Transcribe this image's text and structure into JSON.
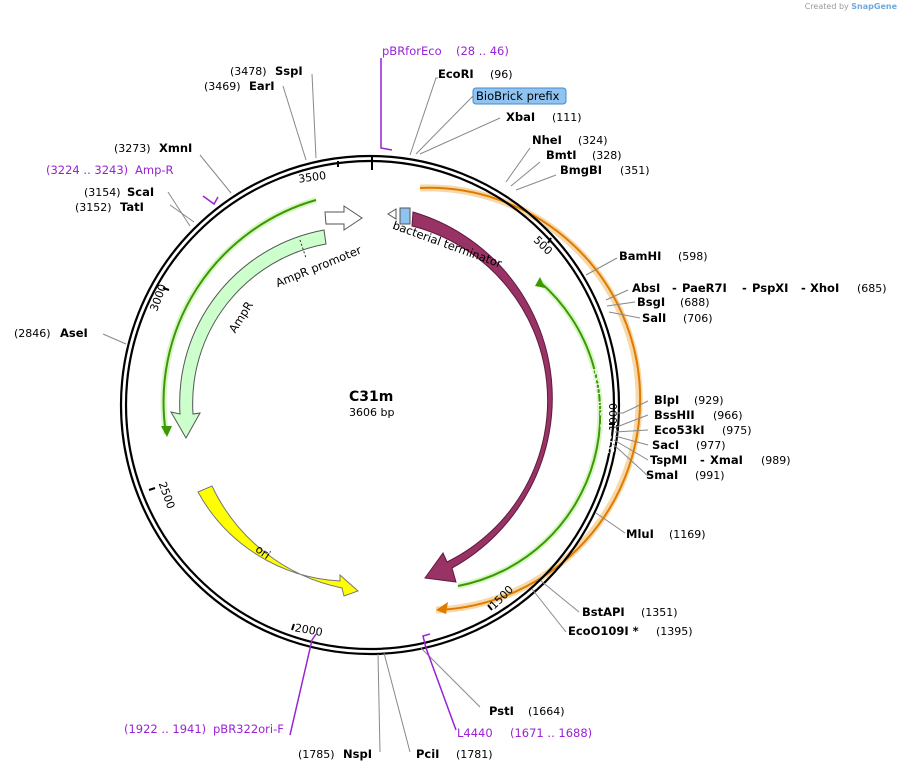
{
  "credit": {
    "prefix": "Created by",
    "brand": "SnapGene"
  },
  "plasmid": {
    "name": "C31m",
    "size_label": "3606 bp"
  },
  "ticks": [
    "500",
    "1000",
    "1500",
    "2000",
    "2500",
    "3000",
    "3500"
  ],
  "enzymes": [
    {
      "name": "EcoRI",
      "pos": "(96)"
    },
    {
      "name": "XbaI",
      "pos": "(111)"
    },
    {
      "name": "NheI",
      "pos": "(324)"
    },
    {
      "name": "BmtI",
      "pos": "(328)"
    },
    {
      "name": "BmgBI",
      "pos": "(351)"
    },
    {
      "name": "BamHI",
      "pos": "(598)"
    },
    {
      "name": "AbsI",
      "pos": ""
    },
    {
      "name": "PaeR7I",
      "pos": ""
    },
    {
      "name": "PspXI",
      "pos": ""
    },
    {
      "name": "XhoI",
      "pos": "(685)"
    },
    {
      "name": "BsgI",
      "pos": "(688)"
    },
    {
      "name": "SalI",
      "pos": "(706)"
    },
    {
      "name": "BlpI",
      "pos": "(929)"
    },
    {
      "name": "BssHII",
      "pos": "(966)"
    },
    {
      "name": "Eco53kI",
      "pos": "(975)"
    },
    {
      "name": "SacI",
      "pos": "(977)"
    },
    {
      "name": "TspMI",
      "pos": ""
    },
    {
      "name": "XmaI",
      "pos": "(989)"
    },
    {
      "name": "SmaI",
      "pos": "(991)"
    },
    {
      "name": "MluI",
      "pos": "(1169)"
    },
    {
      "name": "BstAPI",
      "pos": "(1351)"
    },
    {
      "name": "EcoO109I *",
      "pos": "(1395)"
    },
    {
      "name": "PstI",
      "pos": "(1664)"
    },
    {
      "name": "PciI",
      "pos": "(1781)"
    },
    {
      "name": "NspI",
      "pos": "(1785)"
    },
    {
      "name": "AseI",
      "pos": "(2846)"
    },
    {
      "name": "TatI",
      "pos": "(3152)"
    },
    {
      "name": "ScaI",
      "pos": "(3154)"
    },
    {
      "name": "XmnI",
      "pos": "(3273)"
    },
    {
      "name": "EarI",
      "pos": "(3469)"
    },
    {
      "name": "SspI",
      "pos": "(3478)"
    }
  ],
  "dash": "-",
  "primers": [
    {
      "name": "pBRforEco",
      "range": "(28 .. 46)"
    },
    {
      "name": "Amp-R",
      "range": "(3224 .. 3243)"
    },
    {
      "name": "pBR322ori-F",
      "range": "(1922 .. 1941)"
    },
    {
      "name": "L4440",
      "range": "(1671 .. 1688)"
    }
  ],
  "features": [
    {
      "name": "BioBrick prefix",
      "color": "#8fc4f2"
    },
    {
      "name": "bacterial terminator",
      "color": "#ffffff"
    },
    {
      "name": "Bxb1 integrase",
      "color": "#993366"
    },
    {
      "name": "AmpR promoter",
      "color": "#ccffcc"
    },
    {
      "name": "AmpR",
      "color": "#ccffcc"
    },
    {
      "name": "ori",
      "color": "#ffff00"
    }
  ],
  "colors": {
    "primer": "#9a22d6",
    "orf_orange": "#e07b00",
    "orf_green": "#3a9a00"
  }
}
